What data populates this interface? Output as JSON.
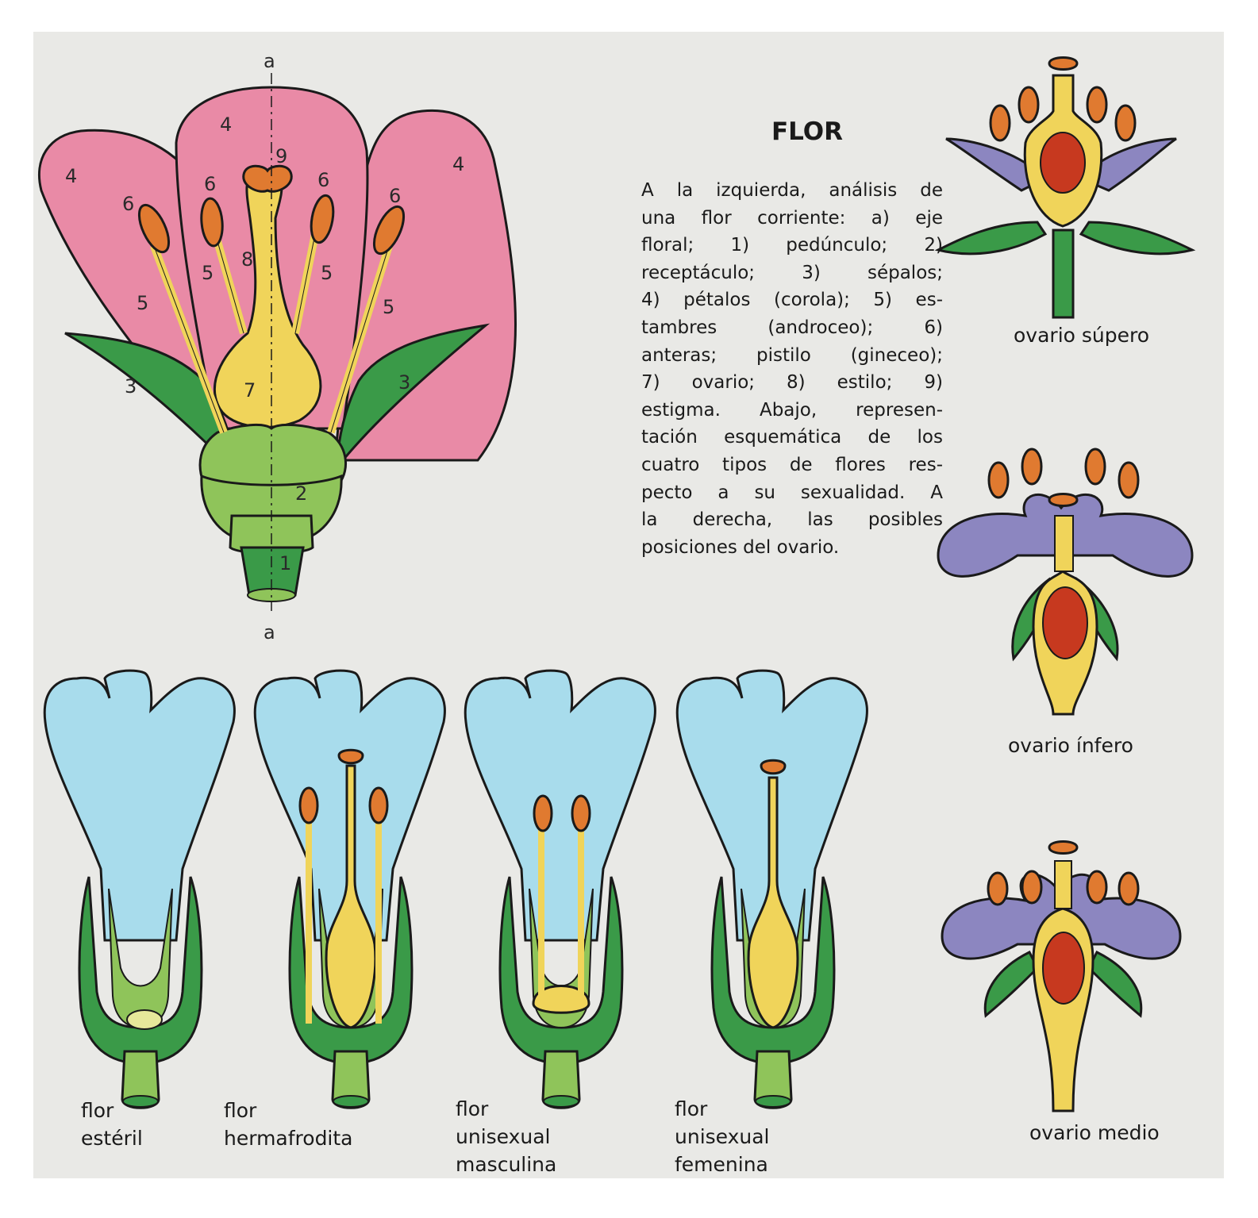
{
  "title": "FLOR",
  "description_lines": [
    "A la izquierda, análisis de",
    "una flor corriente: a) eje",
    "floral; 1) pedúnculo; 2)",
    "receptáculo; 3) sépalos;",
    "4) pétalos (corola); 5) es-",
    "tambres (androceo); 6)",
    "anteras; pistilo (gineceo);",
    "7) ovario; 8) estilo; 9)",
    "estigma. Abajo, represen-",
    "tación esquemática de los",
    "cuatro tipos de flores res-",
    "pecto a su sexualidad. A",
    "la derecha, las posibles",
    "posiciones del ovario."
  ],
  "diagram_labels": {
    "axis_top": "a",
    "axis_bottom": "a",
    "peduncle": "1",
    "receptacle": "2",
    "sepal": "3",
    "petal": "4",
    "stamen": "5",
    "anther": "6",
    "ovary": "7",
    "style": "8",
    "stigma": "9"
  },
  "flower_types": [
    {
      "line1": "flor",
      "line2": "estéril",
      "line3": ""
    },
    {
      "line1": "flor",
      "line2": "hermafrodita",
      "line3": ""
    },
    {
      "line1": "flor",
      "line2": "unisexual",
      "line3": "masculina"
    },
    {
      "line1": "flor",
      "line2": "unisexual",
      "line3": "femenina"
    }
  ],
  "ovary_positions": [
    {
      "label": "ovario súpero"
    },
    {
      "label": "ovario ínfero"
    },
    {
      "label": "ovario medio"
    }
  ],
  "colors": {
    "petal_pink": "#e98aa6",
    "sepal_green": "#3a9a48",
    "receptacle_green": "#8fc45a",
    "ovary_yellow": "#f0d45a",
    "anther_orange": "#e07a30",
    "corolla_blue": "#a8dcec",
    "petal_purple": "#8c86c0"
  }
}
